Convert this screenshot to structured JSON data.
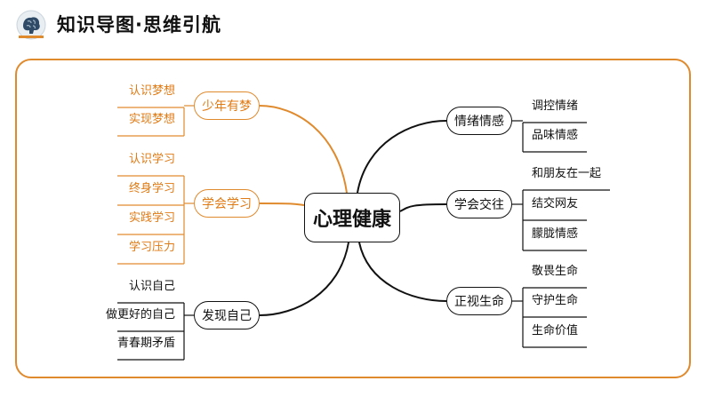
{
  "header": {
    "title": "知识导图·思维引航",
    "icon": "brain-icon"
  },
  "mindmap": {
    "center": "心理健康",
    "left_branches": [
      {
        "label": "少年有梦",
        "color": "#E08A2E",
        "leaves": [
          "认识梦想",
          "实现梦想"
        ]
      },
      {
        "label": "学会学习",
        "color": "#E08A2E",
        "leaves": [
          "认识学习",
          "终身学习",
          "实践学习",
          "学习压力"
        ]
      },
      {
        "label": "发现自己",
        "color": "#111111",
        "leaves": [
          "认识自己",
          "做更好的自己",
          "青春期矛盾"
        ]
      }
    ],
    "right_branches": [
      {
        "label": "情绪情感",
        "color": "#111111",
        "leaves": [
          "调控情绪",
          "品味情感"
        ]
      },
      {
        "label": "学会交往",
        "color": "#111111",
        "leaves": [
          "和朋友在一起",
          "结交网友",
          "朦胧情感"
        ]
      },
      {
        "label": "正视生命",
        "color": "#111111",
        "leaves": [
          "敬畏生命",
          "守护生命",
          "生命价值"
        ]
      }
    ]
  },
  "colors": {
    "accent": "#E08A2E",
    "line": "#111111",
    "frame": "#E08A2E"
  }
}
